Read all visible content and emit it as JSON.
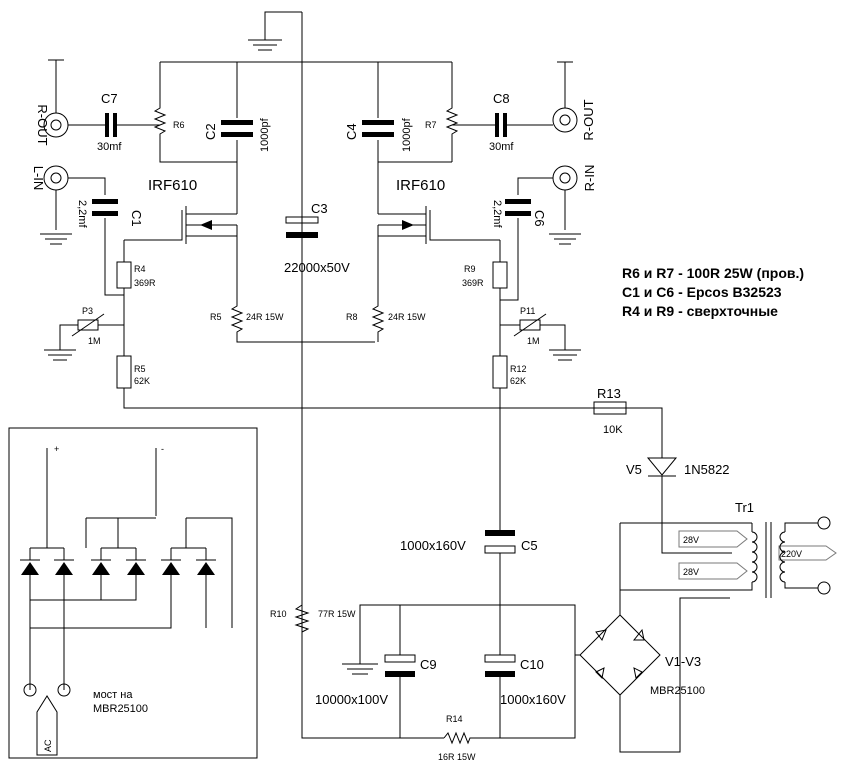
{
  "labels": {
    "r_out_left": "R-OUT",
    "l_in": "L-IN",
    "r_out_right": "R-OUT",
    "r_in": "R-IN",
    "c7": "C7",
    "c7_val": "30mf",
    "r6": "R6",
    "c2": "C2",
    "c2_val": "1000pf",
    "c4": "C4",
    "c4_val": "1000pf",
    "r7": "R7",
    "c8": "C8",
    "c8_val": "30mf",
    "c1": "C1",
    "c1_val": "2,2mf",
    "c6": "C6",
    "c6_val": "2,2mf",
    "irf_left": "IRF610",
    "irf_right": "IRF610",
    "c3": "C3",
    "c3_val": "22000x50V",
    "r4": "R4",
    "r4_val": "369R",
    "r9": "R9",
    "r9_val": "369R",
    "p3": "P3",
    "p3_val": "1M",
    "p11": "P11",
    "p11_val": "1M",
    "r5a": "R5",
    "r5a_val": "24R 15W",
    "r8": "R8",
    "r8_val": "24R 15W",
    "r5b": "R5",
    "r5b_val": "62K",
    "r12": "R12",
    "r12_val": "62K",
    "r13": "R13",
    "r13_val": "10K",
    "v5": "V5",
    "v5_val": "1N5822",
    "tr1": "Tr1",
    "v28a": "28V",
    "v28b": "28V",
    "v220": "220V",
    "c5": "C5",
    "c5_val": "1000x160V",
    "r10": "R10",
    "r10_val": "77R 15W",
    "c9": "C9",
    "c9_val": "10000x100V",
    "c10": "C10",
    "c10_val": "1000x160V",
    "r14": "R14",
    "r14_val": "16R 15W",
    "v1v3": "V1-V3",
    "mbr": "MBR25100",
    "plus": "+",
    "minus": "-",
    "bridge_note_1": "мост на",
    "bridge_note_2": "MBR25100",
    "ac": "AC"
  },
  "notes": {
    "line1": "R6 и R7 - 100R 25W (пров.)",
    "line2": "C1 и C6 - Epcos B32523",
    "line3": "R4 и R9 - сверхточные"
  }
}
